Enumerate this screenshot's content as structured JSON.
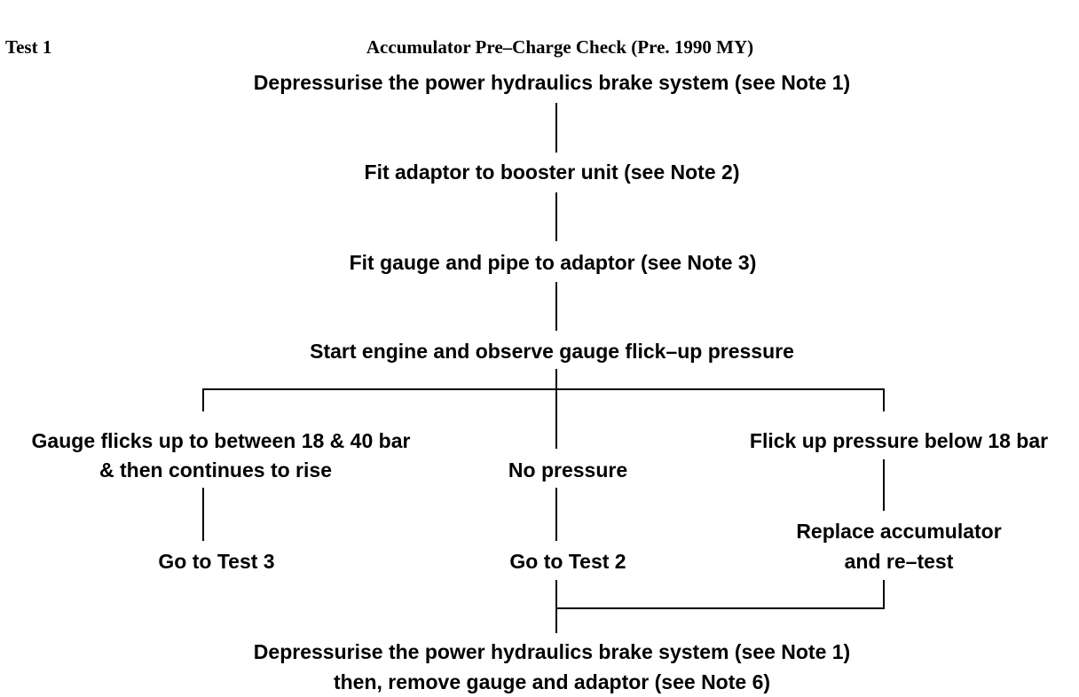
{
  "test_label": "Test 1",
  "title": "Accumulator Pre–Charge Check (Pre. 1990 MY)",
  "steps": {
    "depressurise": "Depressurise the power hydraulics brake system (see Note 1)",
    "fit_adaptor": "Fit adaptor to booster unit (see Note 2)",
    "fit_gauge": "Fit gauge and pipe to adaptor (see Note 3)",
    "start_engine": "Start engine and observe gauge flick–up pressure"
  },
  "branches": {
    "left": {
      "condition": [
        "Gauge flicks up to between 18 & 40 bar",
        "& then continues to rise"
      ],
      "result": "Go to Test 3"
    },
    "middle": {
      "condition": "No pressure",
      "result": "Go to Test 2"
    },
    "right": {
      "condition": "Flick up pressure below 18 bar",
      "action": [
        "Replace accumulator",
        "and re–test"
      ]
    }
  },
  "final": [
    "Depressurise the power hydraulics brake system (see Note 1)",
    "then, remove gauge and adaptor (see Note 6)"
  ]
}
